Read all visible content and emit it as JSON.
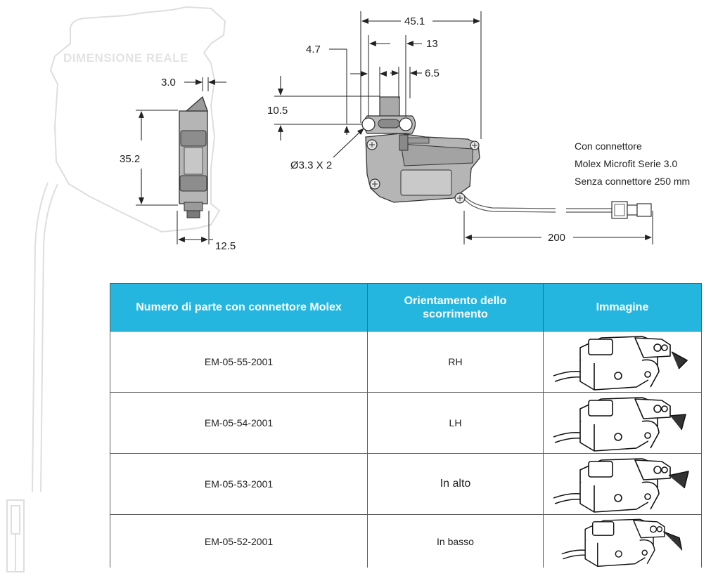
{
  "watermark": {
    "label": "DIMENSIONE REALE"
  },
  "side_view": {
    "dim_top": "3.0",
    "dim_height": "35.2",
    "dim_bottom": "12.5"
  },
  "front_view": {
    "dim_overall": "45.1",
    "dim_13": "13",
    "dim_47": "4.7",
    "dim_65": "6.5",
    "dim_105": "10.5",
    "dim_hole": "Ø3.3 X 2",
    "dim_cable": "200"
  },
  "cable_note": {
    "line1": "Con connettore",
    "line2": "Molex Microfit Serie 3.0",
    "line3": "Senza connettore 250 mm"
  },
  "table": {
    "headers": {
      "part": "Numero di parte con connettore Molex",
      "orientation_1": "Orientamento dello",
      "orientation_2": "scorrimento",
      "image": "Immagine"
    },
    "rows": [
      {
        "part": "EM-05-55-2001",
        "orientation": "RH"
      },
      {
        "part": "EM-05-54-2001",
        "orientation": "LH"
      },
      {
        "part": "EM-05-53-2001",
        "orientation": "In alto"
      },
      {
        "part": "EM-05-52-2001",
        "orientation": "In basso"
      }
    ]
  }
}
